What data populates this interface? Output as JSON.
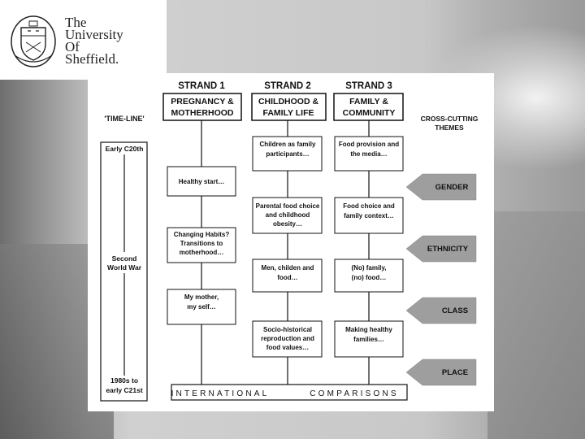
{
  "logo": {
    "lines": [
      "The",
      "University",
      "Of",
      "Sheffield."
    ]
  },
  "diagram": {
    "strands": [
      {
        "label": "STRAND 1",
        "title_lines": [
          "PREGNANCY &",
          "MOTHERHOOD"
        ]
      },
      {
        "label": "STRAND 2",
        "title_lines": [
          "CHILDHOOD &",
          "FAMILY LIFE"
        ]
      },
      {
        "label": "STRAND 3",
        "title_lines": [
          "FAMILY &",
          "COMMUNITY"
        ]
      }
    ],
    "timeline": {
      "label": "'TIME-LINE'",
      "start": "Early C20th",
      "middle_lines": [
        "Second",
        "World War"
      ],
      "end_lines": [
        "1980s to",
        "early C21st"
      ]
    },
    "cross_cutting": {
      "title_lines": [
        "CROSS-CUTTING",
        "THEMES"
      ],
      "themes": [
        "GENDER",
        "ETHNICITY",
        "CLASS",
        "PLACE"
      ]
    },
    "strand1_boxes": [
      [
        "Healthy start…"
      ],
      [
        "Changing Habits?",
        "Transitions to",
        "motherhood…"
      ],
      [
        "My mother,",
        "my self…"
      ]
    ],
    "strand2_boxes": [
      [
        "Children as family",
        "participants…"
      ],
      [
        "Parental food choice",
        "and childhood",
        "obesity…"
      ],
      [
        "Men, childen and",
        "food…"
      ],
      [
        "Socio-historical",
        "reproduction and",
        "food values…"
      ]
    ],
    "strand3_boxes": [
      [
        "Food provision and",
        "the media…"
      ],
      [
        "Food choice and",
        "family context…"
      ],
      [
        "(No) family,",
        "(no) food…"
      ],
      [
        "Making healthy",
        "families…"
      ]
    ],
    "footer_words": [
      "INTERNATIONAL",
      "COMPARISONS"
    ]
  }
}
